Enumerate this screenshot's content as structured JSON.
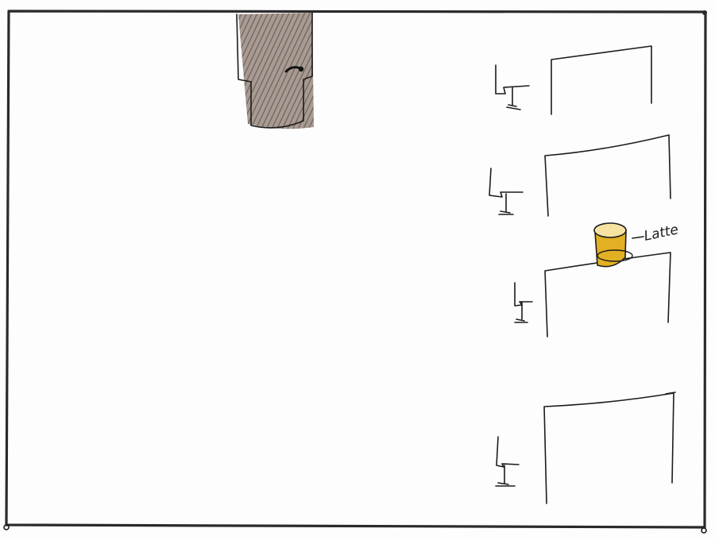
{
  "scene": {
    "door": {
      "fill_color": "#8a7b72",
      "handle_color": "#111111"
    },
    "desks": [
      {
        "id": "desk-1",
        "has_chair": true
      },
      {
        "id": "desk-2",
        "has_chair": true
      },
      {
        "id": "desk-3",
        "has_chair": true,
        "item": {
          "label": "Latte",
          "color": "#e3b024"
        }
      },
      {
        "id": "desk-4",
        "has_chair": true
      }
    ],
    "colors": {
      "ink": "#1c1c1c",
      "frame": "#2a2a2a"
    }
  }
}
